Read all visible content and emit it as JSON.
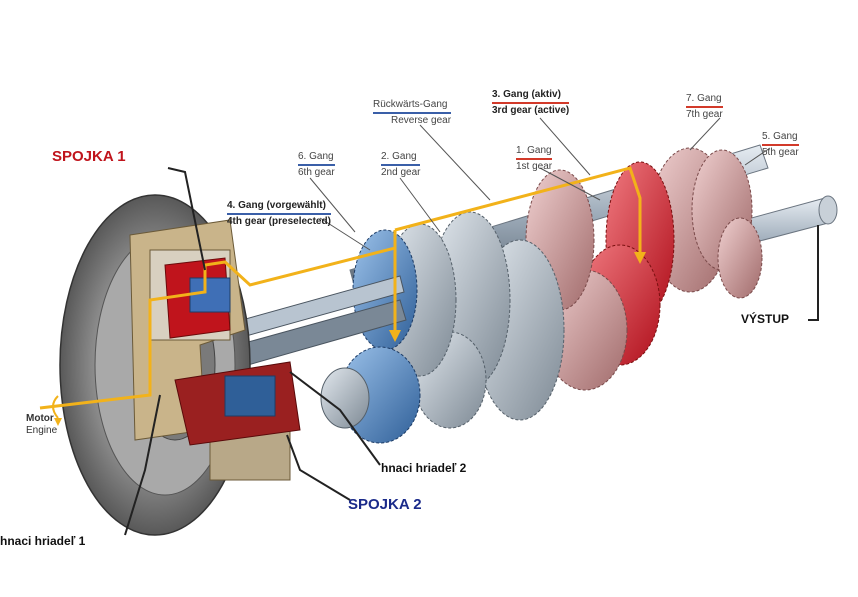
{
  "labels": {
    "spojka1": "SPOJKA 1",
    "spojka2": "SPOJKA 2",
    "hnaci1": "hnaci hriadeľ 1",
    "hnaci2": "hnaci hriadeľ 2",
    "vystup": "VÝSTUP",
    "motor_de": "Motor",
    "motor_en": "Engine",
    "gear4_de": "4. Gang (vorgewählt)",
    "gear4_en": "4th gear (preselected)",
    "gear6_de": "6. Gang",
    "gear6_en": "6th gear",
    "gear2_de": "2. Gang",
    "gear2_en": "2nd gear",
    "reverse_de": "Rückwärts-Gang",
    "reverse_en": "Reverse gear",
    "gear3_de": "3. Gang (aktiv)",
    "gear3_en": "3rd gear (active)",
    "gear1_de": "1. Gang",
    "gear1_en": "1st gear",
    "gear7_de": "7. Gang",
    "gear7_en": "7th gear",
    "gear5_de": "5. Gang",
    "gear5_en": "5th gear"
  },
  "colors": {
    "active_path": "#f2b21a",
    "clutch1": "#c0141c",
    "clutch2": "#1a2a8a",
    "gear_blue": "#5f8fc4",
    "gear_silver": "#9aa6b2",
    "gear_pink": "#c98a8a",
    "gear_red": "#d8323a"
  }
}
